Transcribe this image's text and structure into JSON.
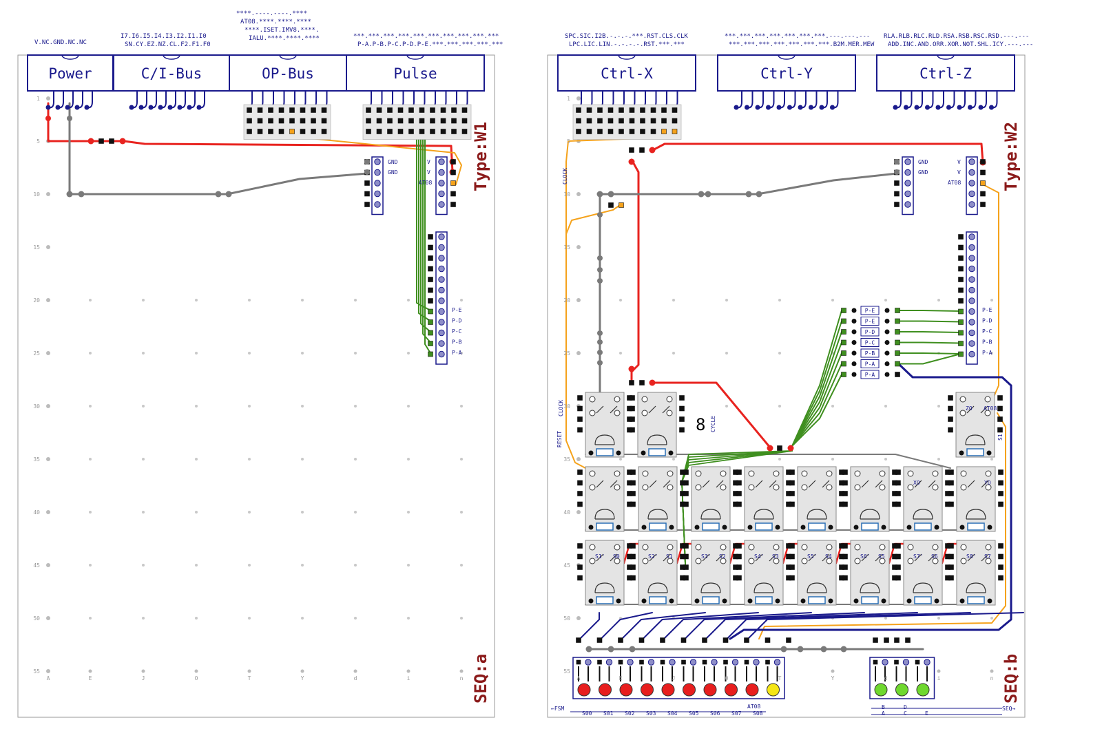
{
  "boards": [
    {
      "id": "W1",
      "type_label": "Type:W1",
      "seq_label": "SEQ:a",
      "connectors": [
        {
          "name": "Power",
          "labels": [
            "V.NC.GND.NC.NC"
          ]
        },
        {
          "name": "C/I-Bus",
          "labels": [
            "I7.I6.I5.I4.I3.I2.I1.I0",
            "SN.CY.EZ.NZ.CL.F2.F1.F0"
          ]
        },
        {
          "name": "OP-Bus",
          "labels": [
            "****.----.----.****",
            "AT08.****.****.****",
            "****.ISET.IMV8.****.",
            "IALU.****.****.****"
          ]
        },
        {
          "name": "Pulse",
          "labels": [
            "***.***.***.***.***.***.***.***.***.***",
            "P-A.P-B.P-C.P-D.P-E.***.***.***.***.***"
          ]
        }
      ],
      "header_labels": [
        "GND",
        "GND",
        "V",
        "V",
        "AT08"
      ],
      "pulse_labels": [
        "P-E",
        "P-D",
        "P-C",
        "P-B",
        "P-A"
      ]
    },
    {
      "id": "W2",
      "type_label": "Type:W2",
      "seq_label": "SEQ:b",
      "connectors": [
        {
          "name": "Ctrl-X",
          "labels": [
            "SPC.SIC.I2B.-.-.-.***.RST.CLS.CLK",
            "LPC.LIC.LIN.-.-.-.-.RST.***.***"
          ]
        },
        {
          "name": "Ctrl-Y",
          "labels": [
            "***.***.***.***.***.***.***.---.---.---",
            "***.***.***.***.***.***.***.B2M.MER.MEW"
          ]
        },
        {
          "name": "Ctrl-Z",
          "labels": [
            "RLA.RLB.RLC.RLD.RSA.RSB.RSC.RSD.---.---",
            "ADD.INC.AND.ORR.XOR.NOT.SHL.ICY.---.---"
          ]
        }
      ],
      "header_labels": [
        "GND",
        "GND",
        "V",
        "V",
        "AT08"
      ],
      "pulse_labels": [
        "P-E",
        "P-D",
        "P-C",
        "P-B",
        "P-A"
      ],
      "relay_pulse_labels": [
        "P-E",
        "P-E",
        "P-D",
        "P-C",
        "P-B",
        "P-A",
        "P-A"
      ],
      "clock_label": "CLOCK",
      "reset_label": "RESET",
      "cycle_number": "8",
      "cycle_label": "CYCLE",
      "relay_labels": [
        "ZO",
        "AT08",
        "S1",
        "XO",
        "YO"
      ],
      "state_labels": [
        "S0",
        "S1",
        "S2",
        "S3",
        "S4",
        "S5",
        "S6",
        "S7"
      ],
      "state_prime_labels": [
        "S1'",
        "S2'",
        "S3'",
        "S4'",
        "S5'",
        "S6'",
        "S7'",
        "S8'"
      ],
      "bottom_left": "FSM",
      "bottom_left_labels": [
        "S00",
        "S01",
        "S02",
        "S03",
        "S04",
        "S05",
        "S06",
        "S07",
        "S08"
      ],
      "bottom_at08": "AT08",
      "bottom_right": "SEQ",
      "bottom_right_labels": [
        "B",
        "D",
        "A",
        "C",
        "E"
      ]
    }
  ],
  "row_numbers": [
    "1",
    "5",
    "10",
    "15",
    "20",
    "25",
    "30",
    "35",
    "40",
    "45",
    "50",
    "55"
  ],
  "column_letters": [
    "A",
    "E",
    "J",
    "O",
    "T",
    "Y",
    "d",
    "i",
    "n"
  ],
  "colors": {
    "board_border": "#999999",
    "connector": "#1a1a8c",
    "wire_red": "#e8231f",
    "wire_gray": "#7a7a7a",
    "wire_orange": "#f5a21b",
    "wire_green": "#3f8f1f",
    "wire_blue": "#1a1a8c",
    "led_red": "#e81e1e",
    "led_yellow": "#f5e616",
    "led_green": "#6fd82e",
    "type_text": "#8b1a1a"
  }
}
